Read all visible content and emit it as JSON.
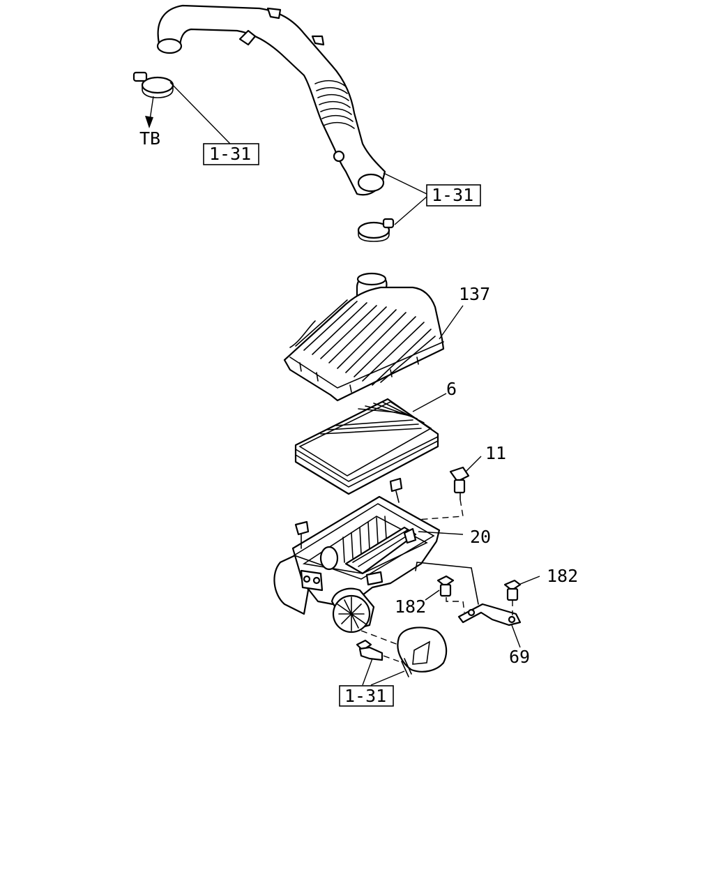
{
  "callouts": {
    "ref_top_left": "1-31",
    "ref_top_right": "1-31",
    "ref_bottom": "1-31",
    "to_label": "TB",
    "cover": "137",
    "element": "6",
    "clip": "11",
    "case": "20",
    "bolt_left": "182",
    "bolt_right": "182",
    "bracket": "69"
  },
  "colors": {
    "line": "#000000",
    "background": "#ffffff"
  }
}
